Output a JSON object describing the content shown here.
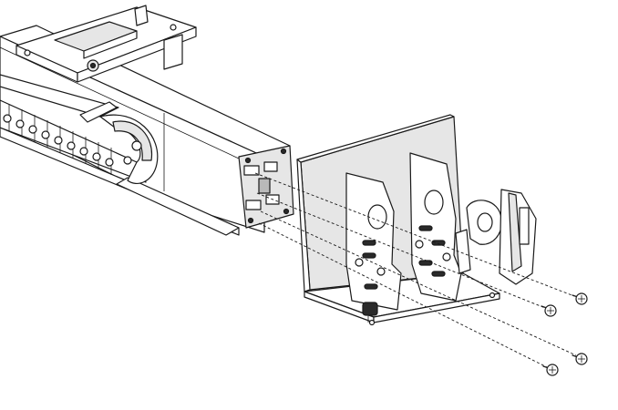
{
  "figure": {
    "kind": "exploded-assembly-illustration",
    "components": [
      "top-carriage-plate",
      "cable-drag-chain",
      "linear-actuator-rail",
      "end-mounting-bracket",
      "screws"
    ],
    "screw_count": 4,
    "colors": {
      "line": "#1a1a1a",
      "panel_fill": "#e6e6e6",
      "shadow_fill": "#b9b9b9",
      "background": "#ffffff"
    }
  }
}
